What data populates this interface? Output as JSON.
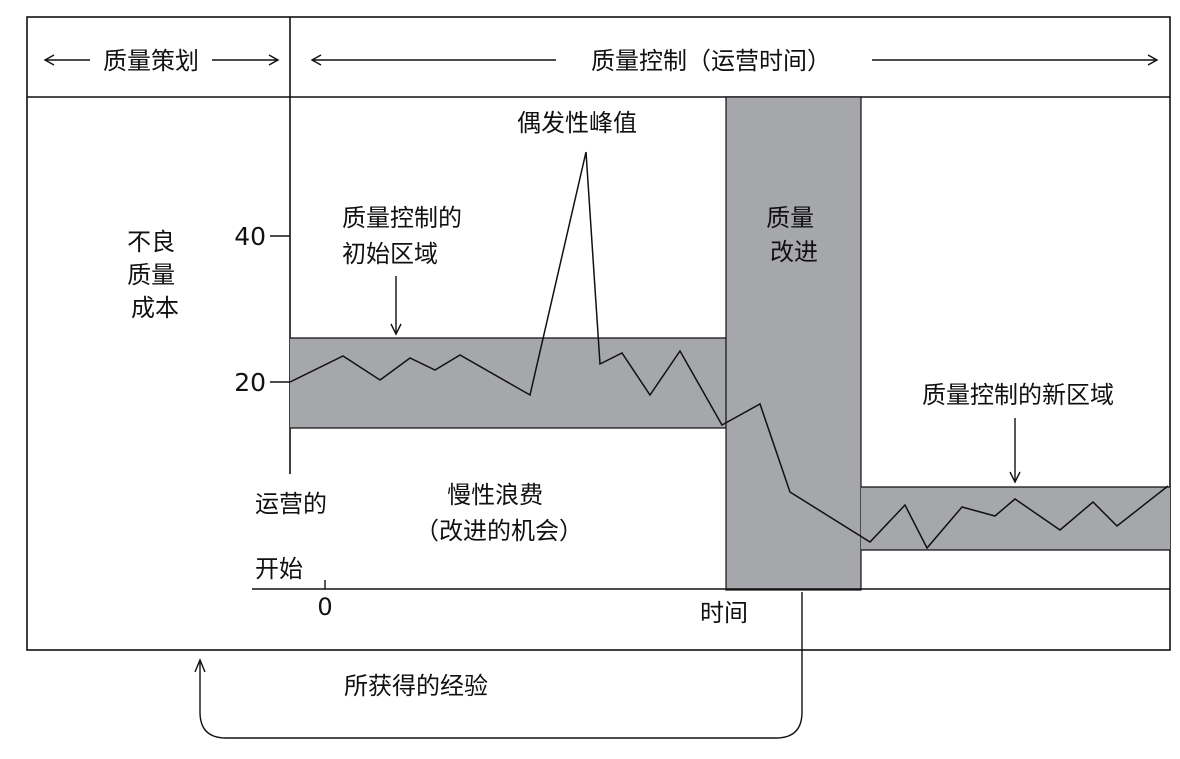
{
  "header": {
    "planning": "质量策划",
    "control": "质量控制（运营时间）"
  },
  "labels": {
    "y_axis": [
      "不良",
      "质量",
      "成本"
    ],
    "tick_40": "40",
    "tick_20": "20",
    "sporadic_peak": "偶发性峰值",
    "initial_zone": [
      "质量控制的",
      "初始区域"
    ],
    "improvement": [
      "质量",
      "改进"
    ],
    "new_zone": "质量控制的新区域",
    "chronic_waste": [
      "慢性浪费",
      "（改进的机会）"
    ],
    "operation_start": [
      "运营的",
      "开始"
    ],
    "origin": "0",
    "time_axis": "时间",
    "lessons_learned": "所获得的经验"
  },
  "colors": {
    "band": "#a6a7ab",
    "line": "#111111",
    "background": "#ffffff"
  }
}
